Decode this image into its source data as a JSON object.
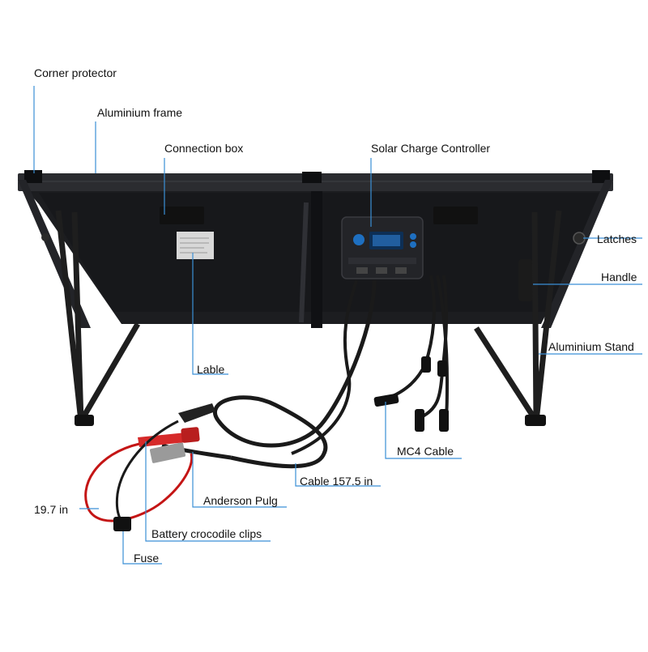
{
  "labels": {
    "corner_protector": "Corner protector",
    "aluminium_frame": "Aluminium frame",
    "connection_box": "Connection box",
    "solar_charge_controller": "Solar Charge Controller",
    "latches": "Latches",
    "handle": "Handle",
    "aluminium_stand": "Aluminium Stand",
    "lable": "Lable",
    "mc4_cable": "MC4 Cable",
    "cable_length": "Cable  157.5 in",
    "anderson_plug": "Anderson Pulg",
    "lead_length": "19.7 in",
    "battery_clips": "Battery crocodile clips",
    "fuse": "Fuse"
  },
  "colors": {
    "leader_line": "#3a8fd6",
    "panel": "#1c1d20",
    "frame": "#2b2c30",
    "red_clip": "#d62a2a",
    "red_wire": "#c41515"
  }
}
